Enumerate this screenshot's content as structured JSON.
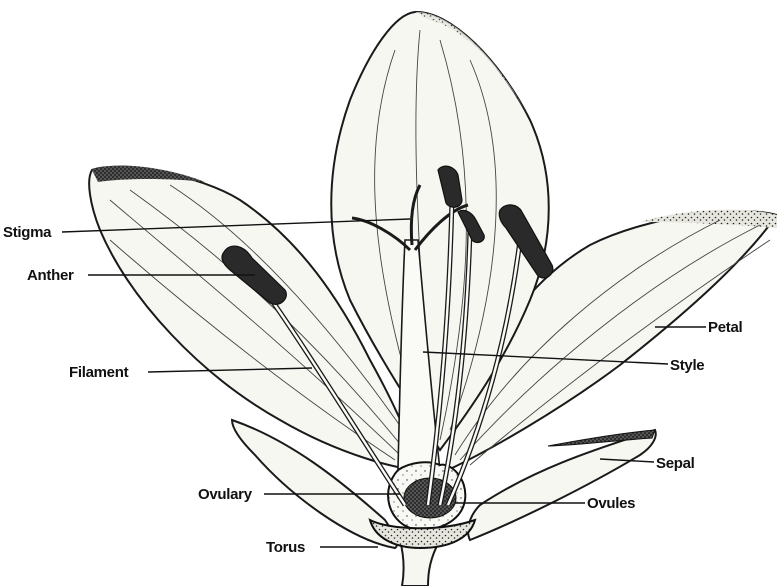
{
  "labels": {
    "stigma": "Stigma",
    "anther": "Anther",
    "filament": "Filament",
    "petal": "Petal",
    "style": "Style",
    "sepal": "Sepal",
    "ovulary": "Ovulary",
    "ovules": "Ovules",
    "torus": "Torus"
  }
}
